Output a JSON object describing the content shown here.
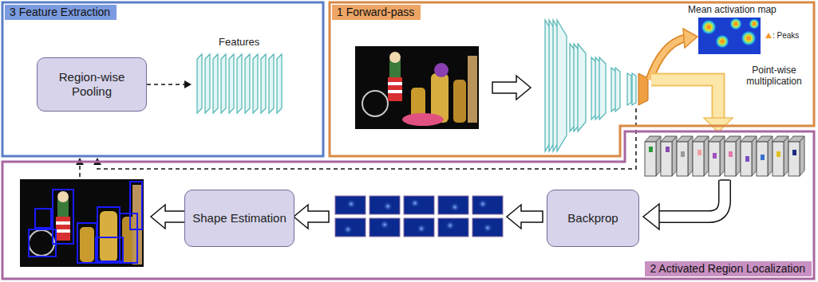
{
  "diagram": {
    "nodes": [
      {
        "text": [
          "3 Feature Extraction"
        ]
      },
      {
        "text": [
          "Region-wise Pooling"
        ],
        "in": 0
      },
      {
        "text": [
          "1 Forward-pass"
        ]
      },
      {
        "text": [
          "2 Activated Region Localization"
        ]
      },
      {
        "text": [
          "Backprop"
        ],
        "in": 3
      },
      {
        "text": [
          "Shape Estimation"
        ],
        "in": 3
      }
    ],
    "labels": [
      "Features",
      "Mean activation map",
      ": Peaks",
      "Point-wise multiplication"
    ]
  }
}
